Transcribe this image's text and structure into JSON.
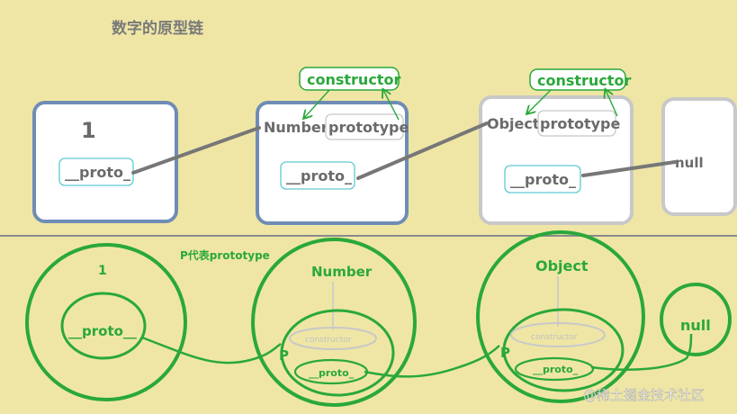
{
  "title": "数字的原型链",
  "top": {
    "box1": {
      "value": "1",
      "proto": "__proto_"
    },
    "number": {
      "label_a": "Number.",
      "label_b": "prototype",
      "proto": "__proto_",
      "constructor": "constructor"
    },
    "object": {
      "label_a": "Object.",
      "label_b": "prototype",
      "proto": "__proto_",
      "constructor": "constructor"
    },
    "null_label": "null"
  },
  "bottom": {
    "legend": "P代表prototype",
    "c1": {
      "label": "1",
      "proto": "__proto__"
    },
    "number": {
      "label": "Number",
      "constructor": "constructor",
      "p": "P",
      "proto": "__proto_"
    },
    "object": {
      "label": "Object",
      "constructor": "constructor",
      "p": "P",
      "proto": "__proto_"
    },
    "null_label": "null"
  },
  "watermark": "@稀土掘金技术社区",
  "colors": {
    "background": "#efe6a6",
    "blue_border": "#6f8cb6",
    "gray_border": "#c8c8c8",
    "green": "#2aa83a",
    "teal": "#5fc9d0",
    "link": "#777777"
  }
}
